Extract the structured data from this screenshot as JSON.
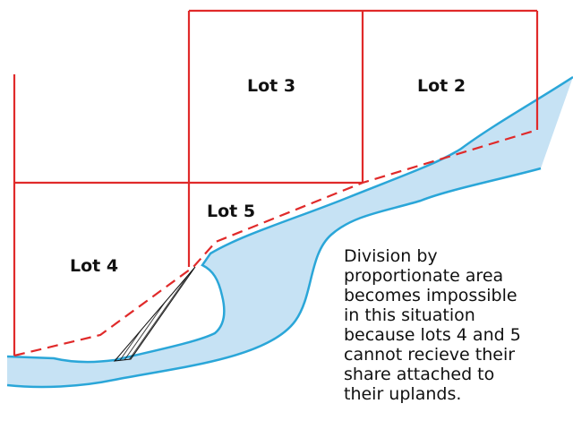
{
  "lots": [
    {
      "id": "lot-3",
      "label": "Lot 3"
    },
    {
      "id": "lot-2",
      "label": "Lot 2"
    },
    {
      "id": "lot-5",
      "label": "Lot 5"
    },
    {
      "id": "lot-4",
      "label": "Lot 4"
    }
  ],
  "note_lines": [
    "Division by",
    "proportionate area",
    "becomes impossible",
    "in this situation",
    "because lots 4 and 5",
    "cannot recieve their",
    "share attached to",
    "their uplands."
  ],
  "colors": {
    "lot_boundary": "#e02a2a",
    "division_line": "#e02a2a",
    "water_fill": "#c6e2f4",
    "water_edge": "#2aa6d8",
    "hatch": "#111111"
  }
}
